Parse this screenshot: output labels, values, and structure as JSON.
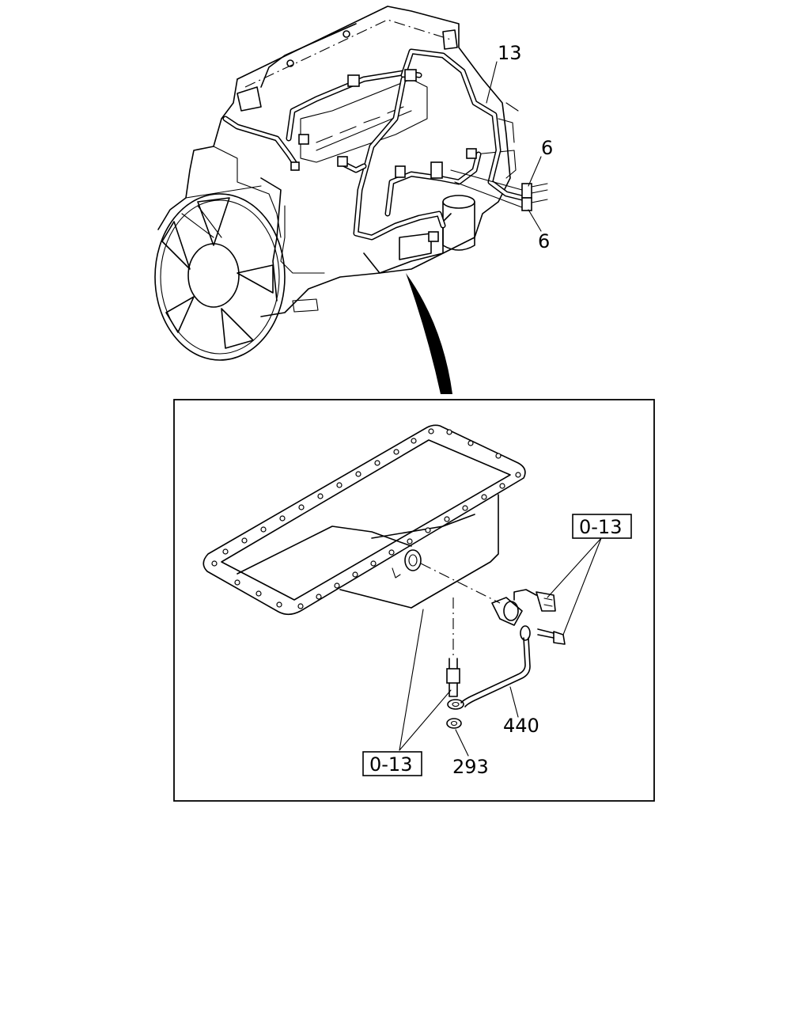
{
  "callouts": {
    "harness": "13",
    "connector_upper": "6",
    "connector_lower": "6",
    "cable": "440",
    "washer": "293"
  },
  "refs": {
    "ref_right": "0-13",
    "ref_left": "0-13"
  }
}
